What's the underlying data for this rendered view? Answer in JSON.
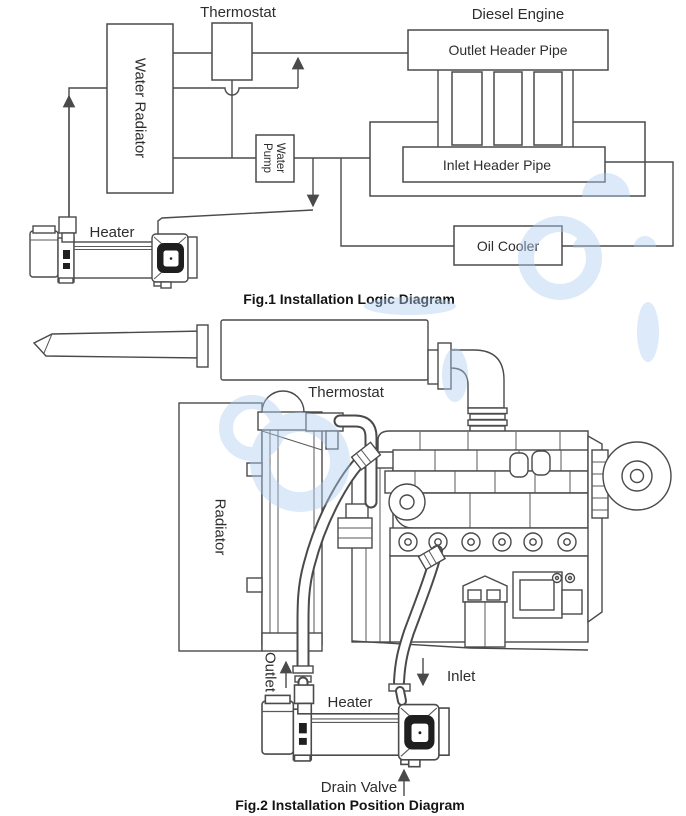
{
  "colors": {
    "line": "#4a4a4a",
    "text": "#2d2d2d",
    "caption": "#141414",
    "watermark": "#aecdf0",
    "heater_dark": "#1f1f1f",
    "background": "#ffffff"
  },
  "fig1": {
    "caption": "Fig.1 Installation Logic Diagram",
    "labels": {
      "thermostat": "Thermostat",
      "diesel_engine": "Diesel Engine",
      "outlet_header_pipe": "Outlet Header Pipe",
      "inlet_header_pipe": "Inlet Header Pipe",
      "oil_cooler": "Oil Cooler",
      "water_radiator": "Water Radiator",
      "water_pump_line1": "Water",
      "water_pump_line2": "Pump",
      "heater": "Heater"
    }
  },
  "fig2": {
    "caption": "Fig.2 Installation Position Diagram",
    "labels": {
      "thermostat": "Thermostat",
      "radiator": "Radiator",
      "outlet": "Outlet",
      "inlet": "Inlet",
      "heater": "Heater",
      "drain_valve": "Drain Valve"
    }
  }
}
